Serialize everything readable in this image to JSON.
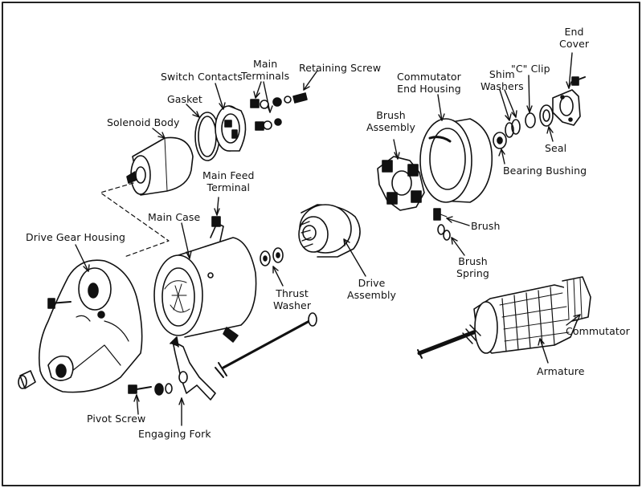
{
  "diagram": {
    "colors": {
      "ink": "#111111",
      "paper": "#ffffff",
      "frame": "#222222"
    },
    "labels": {
      "end_cover": [
        "End",
        "Cover"
      ],
      "retaining_screw": "Retaining Screw",
      "main_terminals": [
        "Main",
        "Terminals"
      ],
      "switch_contacts": "Switch Contacts",
      "gasket": "Gasket",
      "solenoid_body": "Solenoid Body",
      "commutator_end_housing": [
        "Commutator",
        "End Housing"
      ],
      "shim_washers": [
        "Shim",
        "Washers"
      ],
      "c_clip": "\"C\" Clip",
      "seal": "Seal",
      "bearing_bushing": "Bearing Bushing",
      "brush_assembly": [
        "Brush",
        "Assembly"
      ],
      "main_feed_terminal": [
        "Main Feed",
        "Terminal"
      ],
      "main_case": "Main Case",
      "drive_gear_housing": "Drive Gear Housing",
      "brush": "Brush",
      "brush_spring": [
        "Brush",
        "Spring"
      ],
      "thrust_washer": [
        "Thrust",
        "Washer"
      ],
      "drive_assembly": [
        "Drive",
        "Assembly"
      ],
      "commutator": "Commutator",
      "armature": "Armature",
      "pivot_screw": "Pivot Screw",
      "engaging_fork": "Engaging Fork"
    }
  }
}
